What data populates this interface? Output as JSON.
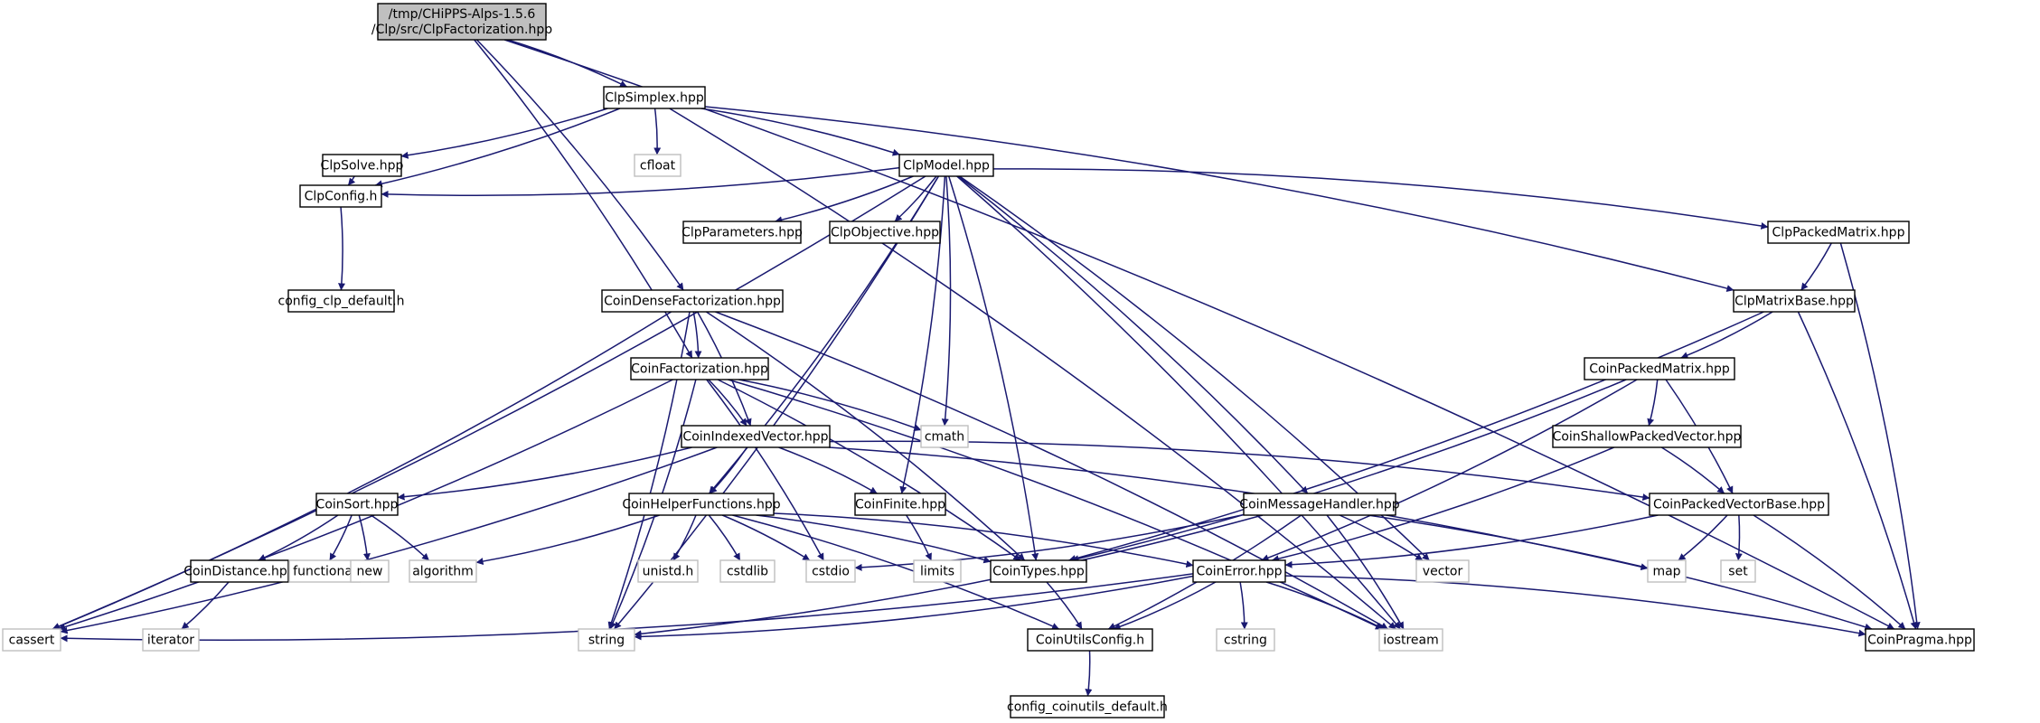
{
  "colors": {
    "edge": "#191970",
    "node_border": "#000000",
    "system_border": "#bfbfbf",
    "root_fill": "#bfbfbf",
    "node_fill": "#ffffff",
    "text": "#000000"
  },
  "nodes": [
    {
      "id": "root",
      "lines": [
        "/tmp/CHiPPS-Alps-1.5.6",
        "/Clp/src/ClpFactorization.hpp"
      ],
      "kind": "root"
    },
    {
      "id": "ClpSimplex",
      "lines": [
        "ClpSimplex.hpp"
      ],
      "kind": "header"
    },
    {
      "id": "ClpSolve",
      "lines": [
        "ClpSolve.hpp"
      ],
      "kind": "header"
    },
    {
      "id": "cfloat",
      "lines": [
        "cfloat"
      ],
      "kind": "system"
    },
    {
      "id": "ClpModel",
      "lines": [
        "ClpModel.hpp"
      ],
      "kind": "header"
    },
    {
      "id": "ClpConfig",
      "lines": [
        "ClpConfig.h"
      ],
      "kind": "header"
    },
    {
      "id": "ClpParameters",
      "lines": [
        "ClpParameters.hpp"
      ],
      "kind": "header"
    },
    {
      "id": "ClpObjective",
      "lines": [
        "ClpObjective.hpp"
      ],
      "kind": "header"
    },
    {
      "id": "ClpPackedMatrix",
      "lines": [
        "ClpPackedMatrix.hpp"
      ],
      "kind": "header"
    },
    {
      "id": "config_clp",
      "lines": [
        "config_clp_default.h"
      ],
      "kind": "header"
    },
    {
      "id": "CoinDenseFactorization",
      "lines": [
        "CoinDenseFactorization.hpp"
      ],
      "kind": "header"
    },
    {
      "id": "ClpMatrixBase",
      "lines": [
        "ClpMatrixBase.hpp"
      ],
      "kind": "header"
    },
    {
      "id": "CoinFactorization",
      "lines": [
        "CoinFactorization.hpp"
      ],
      "kind": "header"
    },
    {
      "id": "CoinPackedMatrix",
      "lines": [
        "CoinPackedMatrix.hpp"
      ],
      "kind": "header"
    },
    {
      "id": "CoinIndexedVector",
      "lines": [
        "CoinIndexedVector.hpp"
      ],
      "kind": "header"
    },
    {
      "id": "cmath",
      "lines": [
        "cmath"
      ],
      "kind": "system"
    },
    {
      "id": "CoinShallowPackedVector",
      "lines": [
        "CoinShallowPackedVector.hpp"
      ],
      "kind": "header"
    },
    {
      "id": "CoinSort",
      "lines": [
        "CoinSort.hpp"
      ],
      "kind": "header"
    },
    {
      "id": "CoinHelperFunctions",
      "lines": [
        "CoinHelperFunctions.hpp"
      ],
      "kind": "header"
    },
    {
      "id": "CoinFinite",
      "lines": [
        "CoinFinite.hpp"
      ],
      "kind": "header"
    },
    {
      "id": "CoinMessageHandler",
      "lines": [
        "CoinMessageHandler.hpp"
      ],
      "kind": "header"
    },
    {
      "id": "CoinPackedVectorBase",
      "lines": [
        "CoinPackedVectorBase.hpp"
      ],
      "kind": "header"
    },
    {
      "id": "CoinDistance",
      "lines": [
        "CoinDistance.hpp"
      ],
      "kind": "header"
    },
    {
      "id": "functional",
      "lines": [
        "functional"
      ],
      "kind": "system"
    },
    {
      "id": "new",
      "lines": [
        "new"
      ],
      "kind": "system"
    },
    {
      "id": "algorithm",
      "lines": [
        "algorithm"
      ],
      "kind": "system"
    },
    {
      "id": "unistd",
      "lines": [
        "unistd.h"
      ],
      "kind": "system"
    },
    {
      "id": "cstdlib",
      "lines": [
        "cstdlib"
      ],
      "kind": "system"
    },
    {
      "id": "cstdio",
      "lines": [
        "cstdio"
      ],
      "kind": "system"
    },
    {
      "id": "limits",
      "lines": [
        "limits"
      ],
      "kind": "system"
    },
    {
      "id": "CoinTypes",
      "lines": [
        "CoinTypes.hpp"
      ],
      "kind": "header"
    },
    {
      "id": "CoinError",
      "lines": [
        "CoinError.hpp"
      ],
      "kind": "header"
    },
    {
      "id": "vector",
      "lines": [
        "vector"
      ],
      "kind": "system"
    },
    {
      "id": "map",
      "lines": [
        "map"
      ],
      "kind": "system"
    },
    {
      "id": "set",
      "lines": [
        "set"
      ],
      "kind": "system"
    },
    {
      "id": "cassert",
      "lines": [
        "cassert"
      ],
      "kind": "system"
    },
    {
      "id": "iterator",
      "lines": [
        "iterator"
      ],
      "kind": "system"
    },
    {
      "id": "string",
      "lines": [
        "string"
      ],
      "kind": "system"
    },
    {
      "id": "CoinUtilsConfig",
      "lines": [
        "CoinUtilsConfig.h"
      ],
      "kind": "header"
    },
    {
      "id": "cstring",
      "lines": [
        "cstring"
      ],
      "kind": "system"
    },
    {
      "id": "iostream",
      "lines": [
        "iostream"
      ],
      "kind": "system"
    },
    {
      "id": "CoinPragma",
      "lines": [
        "CoinPragma.hpp"
      ],
      "kind": "header"
    },
    {
      "id": "config_coinutils",
      "lines": [
        "config_coinutils_default.h"
      ],
      "kind": "header"
    }
  ],
  "edges": [
    [
      "root",
      "ClpSimplex"
    ],
    [
      "root",
      "CoinPragma"
    ],
    [
      "root",
      "CoinDenseFactorization"
    ],
    [
      "root",
      "CoinFactorization"
    ],
    [
      "ClpSimplex",
      "ClpSolve"
    ],
    [
      "ClpSimplex",
      "cfloat"
    ],
    [
      "ClpSimplex",
      "ClpModel"
    ],
    [
      "ClpSimplex",
      "ClpConfig"
    ],
    [
      "ClpSimplex",
      "ClpMatrixBase"
    ],
    [
      "ClpSimplex",
      "iostream"
    ],
    [
      "ClpSolve",
      "ClpConfig"
    ],
    [
      "ClpModel",
      "ClpConfig"
    ],
    [
      "ClpModel",
      "ClpParameters"
    ],
    [
      "ClpModel",
      "ClpObjective"
    ],
    [
      "ClpModel",
      "ClpPackedMatrix"
    ],
    [
      "ClpModel",
      "cassert"
    ],
    [
      "ClpModel",
      "string"
    ],
    [
      "ClpModel",
      "CoinHelperFunctions"
    ],
    [
      "ClpModel",
      "cmath"
    ],
    [
      "ClpModel",
      "CoinFinite"
    ],
    [
      "ClpModel",
      "CoinTypes"
    ],
    [
      "ClpModel",
      "CoinMessageHandler"
    ],
    [
      "ClpModel",
      "vector"
    ],
    [
      "ClpModel",
      "iostream"
    ],
    [
      "ClpConfig",
      "config_clp"
    ],
    [
      "ClpPackedMatrix",
      "ClpMatrixBase"
    ],
    [
      "ClpPackedMatrix",
      "CoinPragma"
    ],
    [
      "ClpMatrixBase",
      "CoinPackedMatrix"
    ],
    [
      "ClpMatrixBase",
      "CoinTypes"
    ],
    [
      "ClpMatrixBase",
      "CoinPragma"
    ],
    [
      "CoinDenseFactorization",
      "CoinFactorization"
    ],
    [
      "CoinDenseFactorization",
      "CoinIndexedVector"
    ],
    [
      "CoinDenseFactorization",
      "cassert"
    ],
    [
      "CoinDenseFactorization",
      "string"
    ],
    [
      "CoinDenseFactorization",
      "CoinTypes"
    ],
    [
      "CoinDenseFactorization",
      "iostream"
    ],
    [
      "CoinFactorization",
      "CoinIndexedVector"
    ],
    [
      "CoinFactorization",
      "cmath"
    ],
    [
      "CoinFactorization",
      "cassert"
    ],
    [
      "CoinFactorization",
      "string"
    ],
    [
      "CoinFactorization",
      "cstdio"
    ],
    [
      "CoinFactorization",
      "CoinTypes"
    ],
    [
      "CoinFactorization",
      "iostream"
    ],
    [
      "CoinIndexedVector",
      "CoinSort"
    ],
    [
      "CoinIndexedVector",
      "CoinHelperFunctions"
    ],
    [
      "CoinIndexedVector",
      "CoinFinite"
    ],
    [
      "CoinIndexedVector",
      "CoinPackedVectorBase"
    ],
    [
      "CoinIndexedVector",
      "map"
    ],
    [
      "CoinIndexedVector",
      "cassert"
    ],
    [
      "CoinPackedMatrix",
      "CoinShallowPackedVector"
    ],
    [
      "CoinPackedMatrix",
      "CoinPackedVectorBase"
    ],
    [
      "CoinPackedMatrix",
      "CoinError"
    ],
    [
      "CoinPackedMatrix",
      "CoinTypes"
    ],
    [
      "CoinShallowPackedVector",
      "CoinPackedVectorBase"
    ],
    [
      "CoinShallowPackedVector",
      "CoinError"
    ],
    [
      "CoinSort",
      "CoinDistance"
    ],
    [
      "CoinSort",
      "functional"
    ],
    [
      "CoinSort",
      "new"
    ],
    [
      "CoinSort",
      "algorithm"
    ],
    [
      "CoinHelperFunctions",
      "algorithm"
    ],
    [
      "CoinHelperFunctions",
      "unistd"
    ],
    [
      "CoinHelperFunctions",
      "cstdlib"
    ],
    [
      "CoinHelperFunctions",
      "cstdio"
    ],
    [
      "CoinHelperFunctions",
      "CoinTypes"
    ],
    [
      "CoinHelperFunctions",
      "CoinError"
    ],
    [
      "CoinHelperFunctions",
      "CoinUtilsConfig"
    ],
    [
      "CoinFinite",
      "limits"
    ],
    [
      "CoinMessageHandler",
      "cstdio"
    ],
    [
      "CoinMessageHandler",
      "string"
    ],
    [
      "CoinMessageHandler",
      "CoinUtilsConfig"
    ],
    [
      "CoinMessageHandler",
      "iostream"
    ],
    [
      "CoinMessageHandler",
      "vector"
    ],
    [
      "CoinMessageHandler",
      "CoinPragma"
    ],
    [
      "CoinPackedVectorBase",
      "CoinError"
    ],
    [
      "CoinPackedVectorBase",
      "map"
    ],
    [
      "CoinPackedVectorBase",
      "set"
    ],
    [
      "CoinPackedVectorBase",
      "CoinPragma"
    ],
    [
      "CoinDistance",
      "iterator"
    ],
    [
      "CoinTypes",
      "CoinUtilsConfig"
    ],
    [
      "CoinError",
      "cassert"
    ],
    [
      "CoinError",
      "string"
    ],
    [
      "CoinError",
      "CoinUtilsConfig"
    ],
    [
      "CoinError",
      "cstring"
    ],
    [
      "CoinError",
      "iostream"
    ],
    [
      "CoinError",
      "CoinPragma"
    ],
    [
      "CoinUtilsConfig",
      "config_coinutils"
    ]
  ]
}
